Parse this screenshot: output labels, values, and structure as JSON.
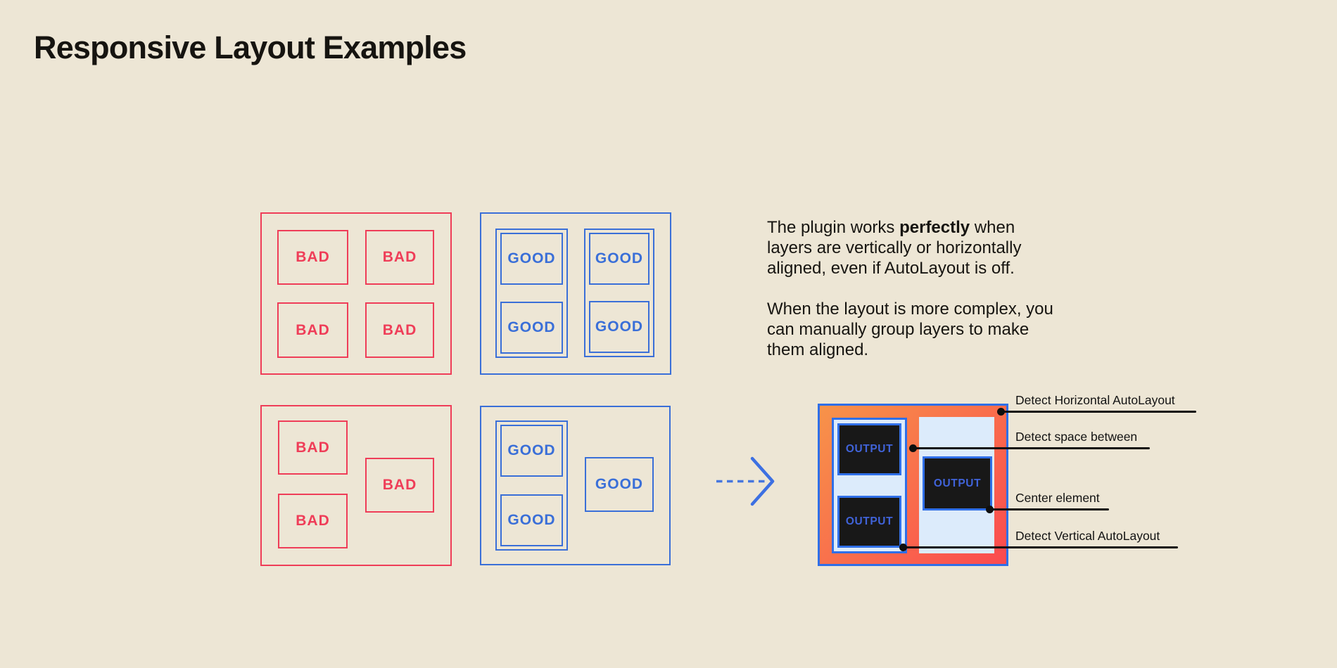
{
  "page": {
    "title": "Responsive Layout Examples"
  },
  "colors": {
    "bg": "#EDE6D5",
    "bad": "#EF3D58",
    "good": "#3A6FD8",
    "outline_blue": "#2F6FE8",
    "panel_blue": "#DCEBFB",
    "dark_box": "#181818",
    "output_text": "#4063D9",
    "ink": "#161410",
    "line_black": "#0F0F0F",
    "gradient_start": "#F79349",
    "gradient_end": "#FB4A4F"
  },
  "groups": {
    "bad_aligned": {
      "type": "bad",
      "labels": [
        "BAD",
        "BAD",
        "BAD",
        "BAD"
      ]
    },
    "good_aligned": {
      "type": "good",
      "labels": [
        "GOOD",
        "GOOD",
        "GOOD",
        "GOOD"
      ]
    },
    "bad_complex": {
      "type": "bad",
      "labels": [
        "BAD",
        "BAD",
        "BAD"
      ]
    },
    "good_complex": {
      "type": "good",
      "labels": [
        "GOOD",
        "GOOD",
        "GOOD"
      ]
    }
  },
  "description": {
    "lines_p1": [
      {
        "pre": "The plugin works ",
        "bold": "perfectly",
        "post": " when"
      },
      {
        "pre": "layers are vertically or horizontally"
      },
      {
        "pre": "aligned, even if AutoLayout is off."
      }
    ],
    "lines_p2": [
      {
        "pre": "When the layout is more complex, you"
      },
      {
        "pre": "can manually group layers to make"
      },
      {
        "pre": "them aligned."
      }
    ]
  },
  "icons": {
    "arrow": "dashed-arrow-right"
  },
  "output_diagram": {
    "box_labels": [
      "OUTPUT",
      "OUTPUT",
      "OUTPUT"
    ]
  },
  "callouts": [
    {
      "label": "Detect Horizontal AutoLayout"
    },
    {
      "label": "Detect space between"
    },
    {
      "label": "Center element"
    },
    {
      "label": "Detect Vertical AutoLayout"
    }
  ]
}
